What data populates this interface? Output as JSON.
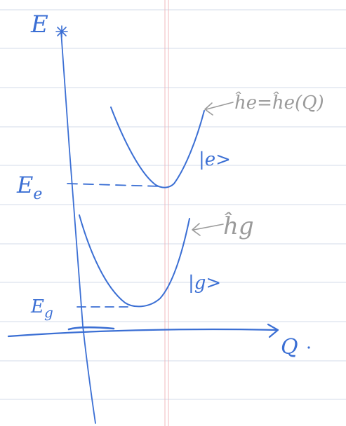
{
  "labels": {
    "y_axis": "E",
    "x_axis": "Q",
    "e_level": "E",
    "e_level_sub": "e",
    "g_level": "E",
    "g_level_sub": "g",
    "excited_state": "|e>",
    "ground_state": "|g>",
    "excited_hamiltonian": "ĥe=ĥe(Q)",
    "ground_hamiltonian": "ĥg"
  },
  "colors": {
    "ink": "#3b6fd4",
    "pencil": "#9a9a9a",
    "rule_line": "#d3dbe8",
    "margin_line": "#f0b8be"
  },
  "icons": {
    "axis_arrow": "arrow-right-icon",
    "pointer_arrow": "arrow-left-icon"
  }
}
